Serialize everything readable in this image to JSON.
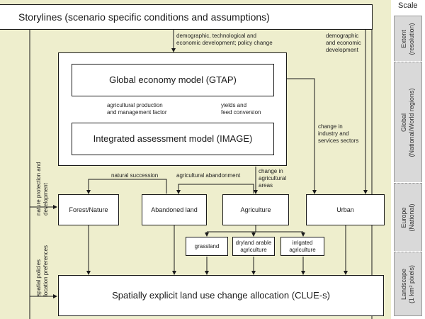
{
  "storylines": "Storylines (scenario specific conditions and assumptions)",
  "gtap": "Global economy model (GTAP)",
  "image": "Integrated assessment model (IMAGE)",
  "clue": "Spatially explicit land use change allocation (CLUE-s)",
  "land_types": {
    "forest": "Forest/Nature",
    "abandoned": "Abandoned land",
    "agriculture": "Agriculture",
    "urban": "Urban"
  },
  "ag_subtypes": {
    "grassland": "grassland",
    "dryland_1": "dryland arable",
    "dryland_2": "agriculture",
    "irrigated_1": "irrigated",
    "irrigated_2": "agriculture"
  },
  "labels": {
    "demo_tech_1": "demographic, technological and",
    "demo_tech_2": "economic development; policy change",
    "demo_econ_1": "demographic",
    "demo_econ_2": "and economic",
    "demo_econ_3": "development",
    "ag_prod_1": "agricultural production",
    "ag_prod_2": "and management factor",
    "yields_1": "yields and",
    "yields_2": "feed conversion",
    "industry_1": "change in",
    "industry_2": "industry and",
    "industry_3": "services sectors",
    "natural_succession": "natural succession",
    "ag_abandonment": "agricultural abandonment",
    "change_ag_1": "change in",
    "change_ag_2": "agricultural",
    "change_ag_3": "areas",
    "nature_prot_1": "nature protection and",
    "nature_prot_2": "development",
    "spatial_1": "spatial policies",
    "spatial_2": "location preferences"
  },
  "scale": {
    "title": "Scale",
    "extent_1": "Extent",
    "extent_2": "(resolution)",
    "global_1": "Global",
    "global_2": "(National/World regions)",
    "europe_1": "Europe",
    "europe_2": "(National)",
    "landscape_1": "Landscape",
    "landscape_2": "(1 km² pixels)"
  }
}
